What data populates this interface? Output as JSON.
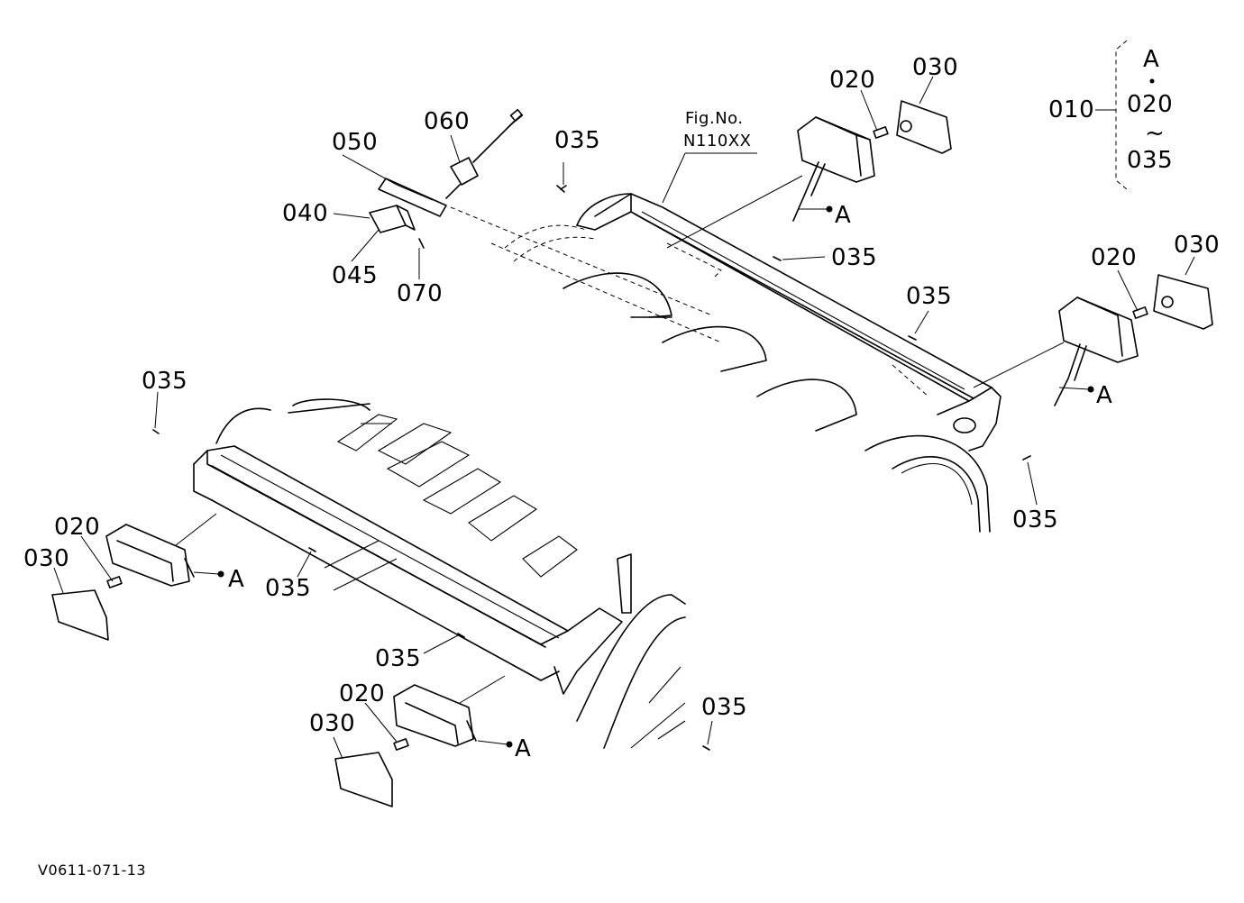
{
  "figure": {
    "fig_no_label": "Fig.No.",
    "fig_no_value": "N110XX",
    "drawing_code": "V0611-071-13"
  },
  "callouts": {
    "c010": "010",
    "c020_a": "020",
    "c020_b": "020",
    "c020_c": "020",
    "c020_d": "020",
    "c030_a": "030",
    "c030_b": "030",
    "c030_c": "030",
    "c030_d": "030",
    "c035_a": "035",
    "c035_b": "035",
    "c035_c": "035",
    "c035_d": "035",
    "c035_e": "035",
    "c035_f": "035",
    "c035_g": "035",
    "c035_h": "035",
    "c040": "040",
    "c045": "045",
    "c050": "050",
    "c060": "060",
    "c070": "070",
    "a1": "A",
    "a2": "A",
    "a3": "A",
    "a4": "A"
  },
  "assembly_key": {
    "parent": "010",
    "top": "A",
    "from": "020",
    "tilde": "~",
    "to": "035"
  }
}
